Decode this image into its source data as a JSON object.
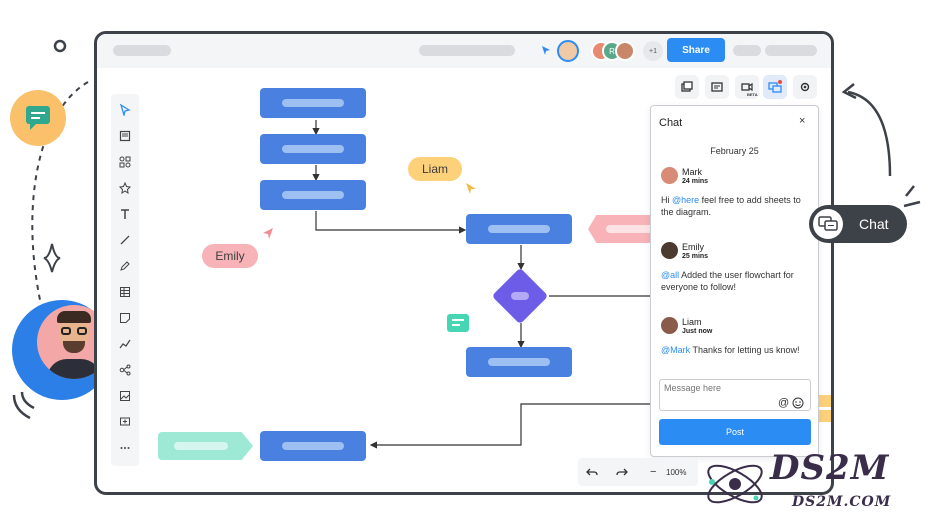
{
  "header": {
    "share_label": "Share",
    "collaborator_initial": "R",
    "more_collaborators": "+1"
  },
  "top_tools": {
    "beta_label": "BETA"
  },
  "canvas": {
    "tags": {
      "liam": "Liam",
      "emily": "Emily"
    }
  },
  "chat": {
    "title": "Chat",
    "close": "×",
    "date": "February 25",
    "messages": [
      {
        "name": "Mark",
        "time": "24 mins",
        "mention": "@here",
        "text": " feel free to add sheets to the diagram.",
        "prefix": "Hi "
      },
      {
        "name": "Emily",
        "time": "25 mins",
        "mention": "@all",
        "text": " Added the user flowchart for everyone to follow!",
        "prefix": ""
      },
      {
        "name": "Liam",
        "time": "Just now",
        "mention": "@Mark",
        "text": " Thanks for letting us know!",
        "prefix": ""
      }
    ],
    "input_placeholder": "Message here",
    "post_label": "Post"
  },
  "bottom": {
    "zoom": "100%",
    "zoom_out": "−"
  },
  "badge": {
    "chat_label": "Chat"
  },
  "logo": {
    "name": "DS2M",
    "url": "DS2M.COM"
  },
  "colors": {
    "accent": "#2b8cf3",
    "node": "#4a80e0",
    "diamond": "#6c5ce7",
    "liam_tag": "#fdd07a",
    "emily_tag": "#f7b3b8"
  }
}
